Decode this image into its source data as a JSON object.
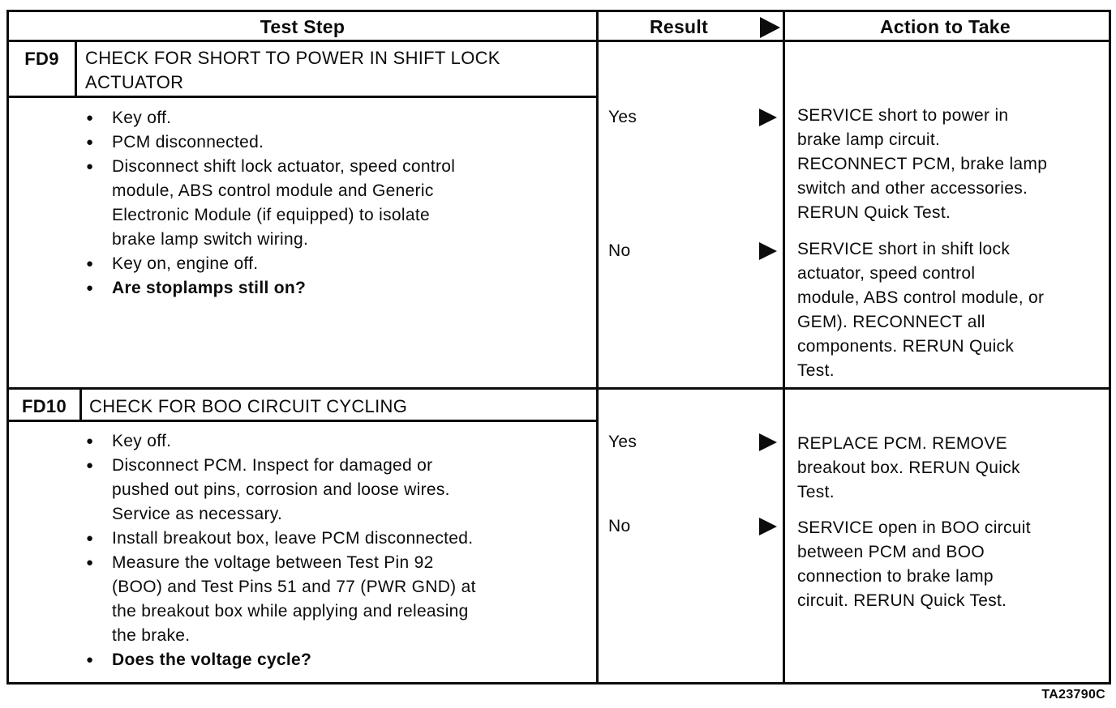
{
  "table": {
    "headers": {
      "test_step": "Test Step",
      "result": "Result",
      "action": "Action to Take"
    },
    "glyphs": {
      "bullet": "●"
    },
    "icons": {
      "result_arrow": "filled-right-triangle-arrow",
      "bullet": "filled-circle-bullet"
    },
    "colors": {
      "ink": "#0b0b0b",
      "paper": "#ffffff"
    },
    "rows": [
      {
        "id": "FD9",
        "title": "CHECK FOR SHORT TO POWER IN SHIFT LOCK\nACTUATOR",
        "bullets": [
          "Key off.",
          "PCM disconnected.",
          "Disconnect shift lock actuator, speed control\nmodule, ABS control module and Generic\nElectronic Module (if equipped) to isolate\nbrake lamp switch wiring.",
          "Key on, engine off.",
          "Are stoplamps still on?"
        ],
        "results": [
          {
            "label": "Yes",
            "action": "SERVICE short to power in\nbrake lamp circuit.\nRECONNECT PCM, brake lamp\nswitch and other accessories.\nRERUN Quick Test."
          },
          {
            "label": "No",
            "action": "SERVICE short in shift lock\nactuator, speed control\nmodule, ABS control module, or\nGEM). RECONNECT all\ncomponents. RERUN Quick\nTest."
          }
        ]
      },
      {
        "id": "FD10",
        "title": "CHECK FOR BOO CIRCUIT CYCLING",
        "bullets": [
          "Key off.",
          "Disconnect PCM. Inspect for damaged or\npushed out pins, corrosion and loose wires.\nService as necessary.",
          "Install breakout box, leave PCM disconnected.",
          "Measure the voltage between Test Pin 92\n(BOO) and Test Pins 51 and 77 (PWR GND) at\nthe breakout box while applying and releasing\nthe brake.",
          "Does the voltage cycle?"
        ],
        "results": [
          {
            "label": "Yes",
            "action": "REPLACE PCM. REMOVE\nbreakout box. RERUN Quick\nTest."
          },
          {
            "label": "No",
            "action": "SERVICE open in BOO circuit\nbetween PCM and BOO\nconnection to brake lamp\ncircuit. RERUN Quick Test."
          }
        ]
      }
    ],
    "figure_code": "TA23790C"
  }
}
